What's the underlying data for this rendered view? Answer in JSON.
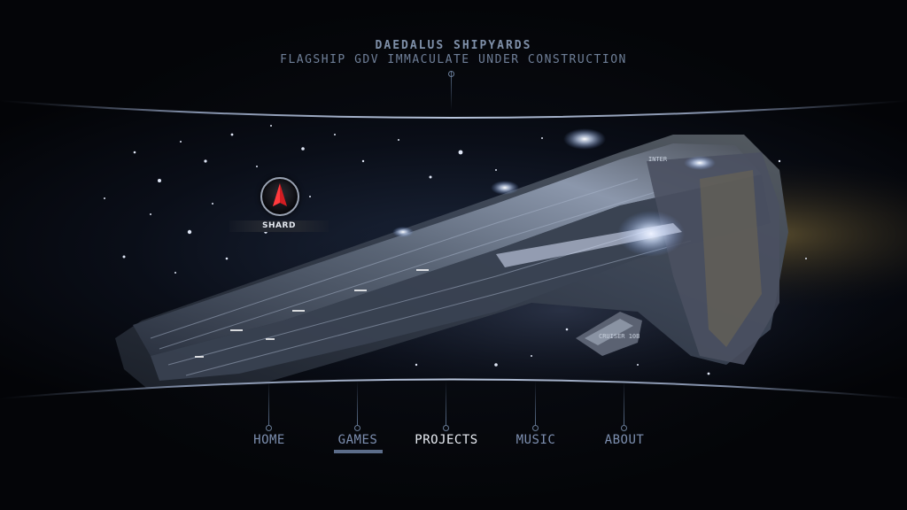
{
  "header": {
    "studio": "DAEDALUS SHIPYARDS",
    "subtitle": "FLAGSHIP GDV IMMACULATE UNDER CONSTRUCTION"
  },
  "badge": {
    "label": "SHARD",
    "icon": "shard-emblem-icon"
  },
  "ship_labels": {
    "upper": "INTER",
    "lower": "CRUISER 10B"
  },
  "nav": {
    "items": [
      {
        "label": "HOME",
        "state": "normal"
      },
      {
        "label": "GAMES",
        "state": "selected"
      },
      {
        "label": "PROJECTS",
        "state": "highlighted"
      },
      {
        "label": "MUSIC",
        "state": "normal"
      },
      {
        "label": "ABOUT",
        "state": "normal"
      }
    ]
  },
  "colors": {
    "background": "#040508",
    "accent_blue": "#7d8fb0",
    "highlight": "#e8ecf3",
    "emblem_red": "#d21d22"
  }
}
